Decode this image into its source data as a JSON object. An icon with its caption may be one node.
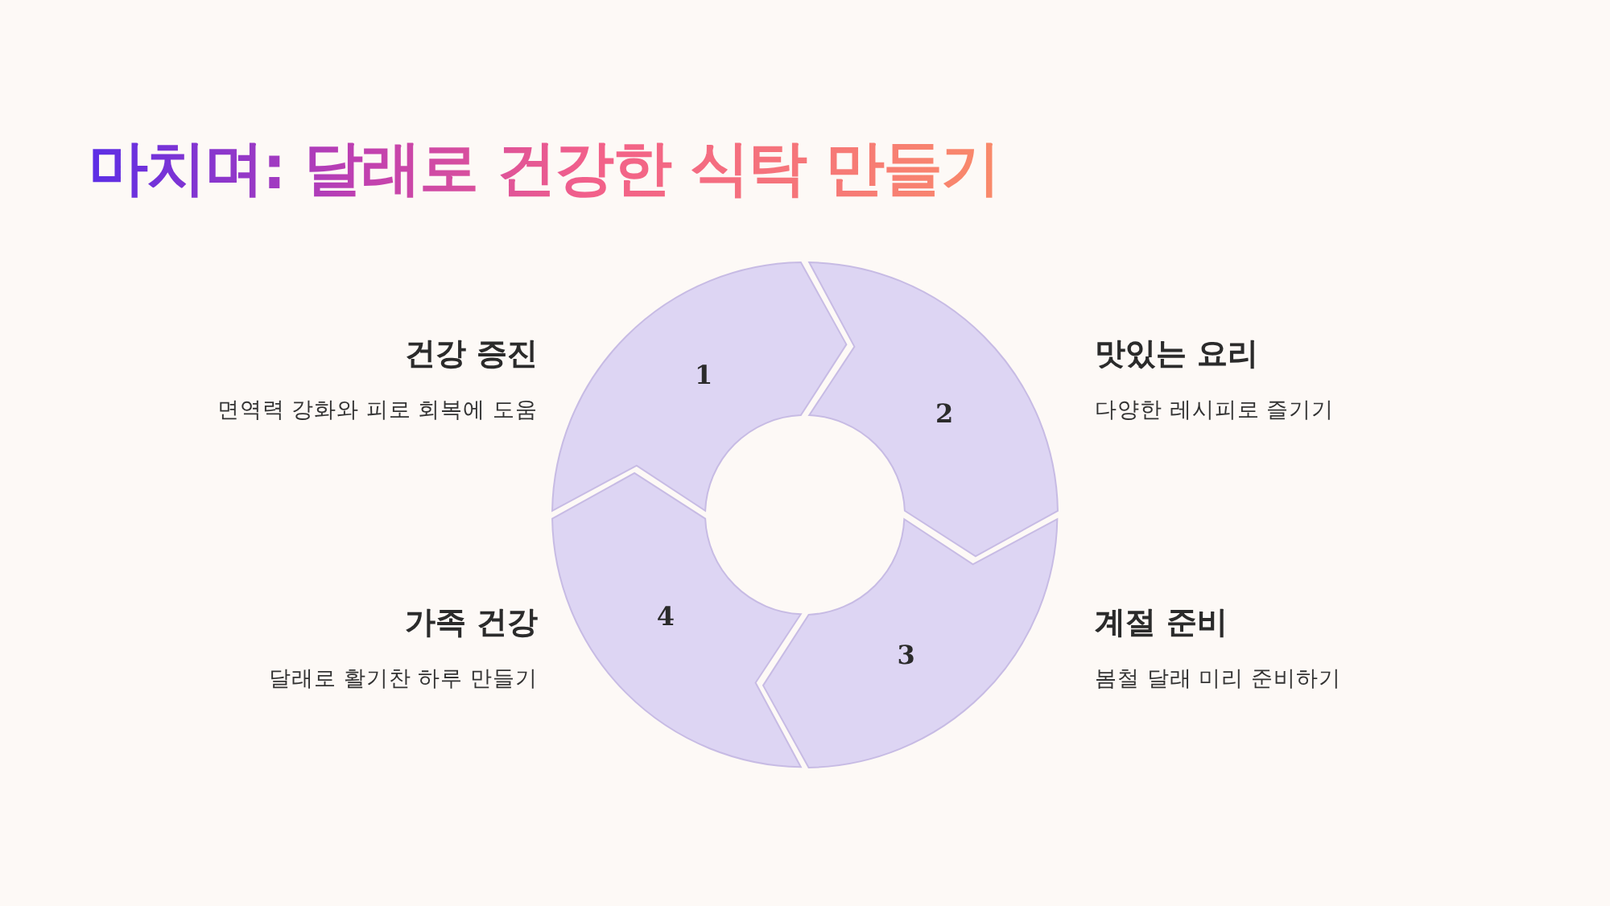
{
  "diagram": {
    "title": "마치며: 달래로 건강한 식탁 만들기",
    "nodes": [
      {
        "text": [
          "1"
        ],
        "beside": [
          "건강 증진",
          "면역력 강화와 피로 회복에 도움"
        ]
      },
      {
        "text": [
          "2"
        ],
        "beside": [
          "맛있는 요리",
          "다양한 레시피로 즐기기"
        ]
      },
      {
        "text": [
          "3"
        ],
        "beside": [
          "계절 준비",
          "봄철 달래 미리 준비하기"
        ]
      },
      {
        "text": [
          "4"
        ],
        "beside": [
          "가족 건강",
          "달래로 활기찬 하루 만들기"
        ]
      }
    ]
  }
}
